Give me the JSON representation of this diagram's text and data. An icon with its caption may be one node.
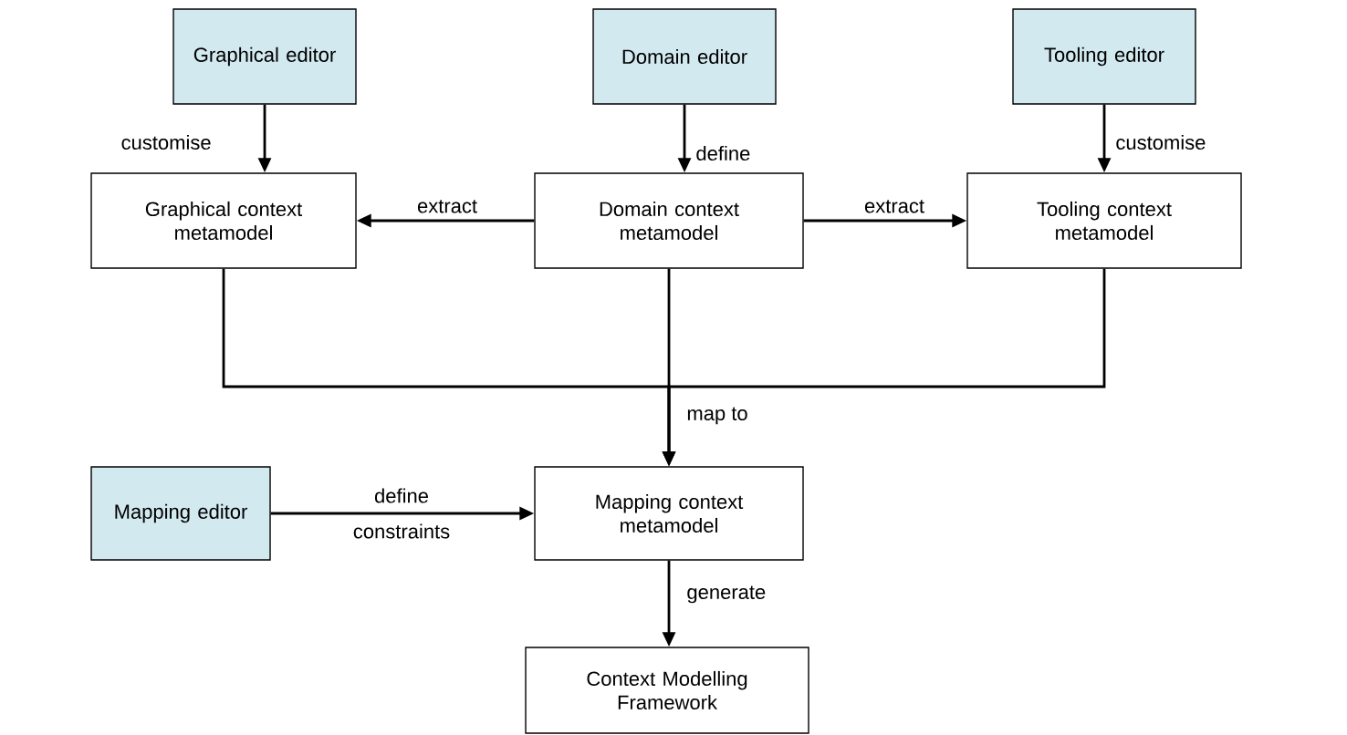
{
  "diagram": {
    "nodes": [
      {
        "text": [
          "Graphical editor"
        ]
      },
      {
        "text": [
          "Domain editor"
        ]
      },
      {
        "text": [
          "Tooling editor"
        ]
      },
      {
        "text": [
          "Graphical context metamodel"
        ]
      },
      {
        "text": [
          "Domain context metamodel"
        ]
      },
      {
        "text": [
          "Tooling context metamodel"
        ]
      },
      {
        "text": [
          "Mapping editor"
        ]
      },
      {
        "text": [
          "Mapping context metamodel"
        ]
      },
      {
        "text": [
          "Context Modelling Framework"
        ]
      }
    ],
    "edges": [
      {
        "from": 0,
        "to": 3,
        "arrow": "to",
        "label": "customise"
      },
      {
        "from": 1,
        "to": 4,
        "arrow": "to",
        "label": "define"
      },
      {
        "from": 2,
        "to": 5,
        "arrow": "to",
        "label": "customise"
      },
      {
        "from": 4,
        "to": 3,
        "arrow": "to",
        "label": "extract"
      },
      {
        "from": 4,
        "to": 5,
        "arrow": "to",
        "label": "extract"
      },
      {
        "from": 3,
        "to": 7,
        "arrow": "to"
      },
      {
        "from": 4,
        "to": 7,
        "arrow": "to",
        "label": "map to"
      },
      {
        "from": 5,
        "to": 7,
        "arrow": "to"
      },
      {
        "from": 6,
        "to": 7,
        "arrow": "to",
        "label": "define"
      },
      {
        "from": 7,
        "to": 8,
        "arrow": "to",
        "label": "generate"
      }
    ],
    "labels": [
      "constraints"
    ]
  }
}
